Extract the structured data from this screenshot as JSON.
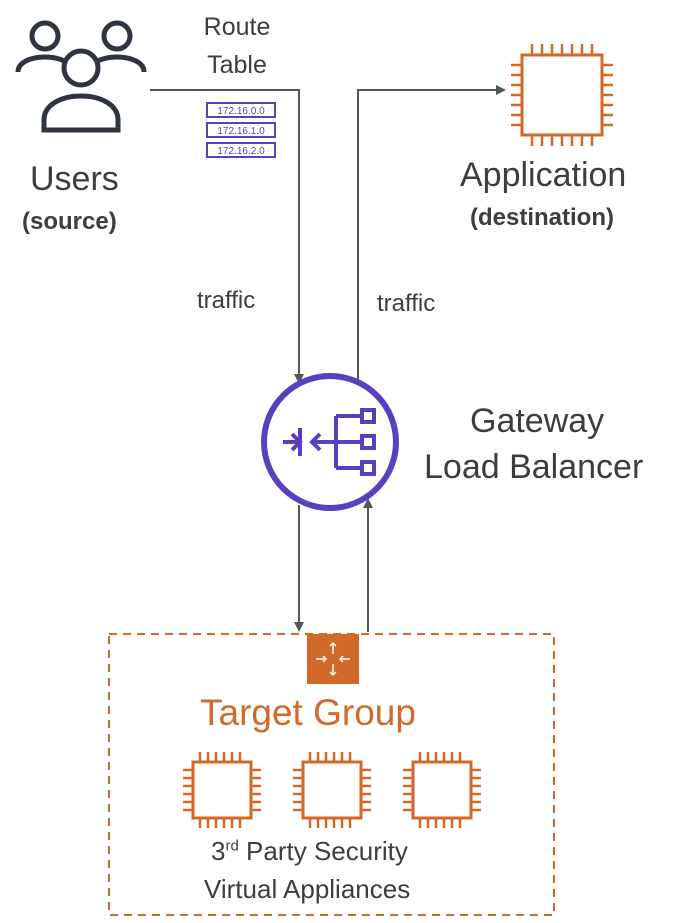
{
  "users": {
    "label": "Users",
    "sub": "(source)"
  },
  "route_table": {
    "line1": "Route",
    "line2": "Table",
    "entries": [
      "172.16.0.0",
      "172.16.1.0",
      "172.16.2.0"
    ]
  },
  "application": {
    "label": "Application",
    "sub": "(destination)"
  },
  "traffic_in": "traffic",
  "traffic_out": "traffic",
  "gateway": {
    "line1": "Gateway",
    "line2": "Load Balancer"
  },
  "target_group": {
    "label": "Target Group"
  },
  "appliances": {
    "line1_prefix": "3",
    "line1_sup": "rd",
    "line1_suffix": " Party Security",
    "line2": "Virtual Appliances"
  },
  "colors": {
    "orange": "#d0692a",
    "purple": "#5a3fbf",
    "arrow": "#555555",
    "text": "#3d3d3d"
  },
  "icons": [
    "users-icon",
    "route-table-icon",
    "ec2-instance-icon",
    "gateway-load-balancer-icon",
    "target-group-router-icon"
  ]
}
